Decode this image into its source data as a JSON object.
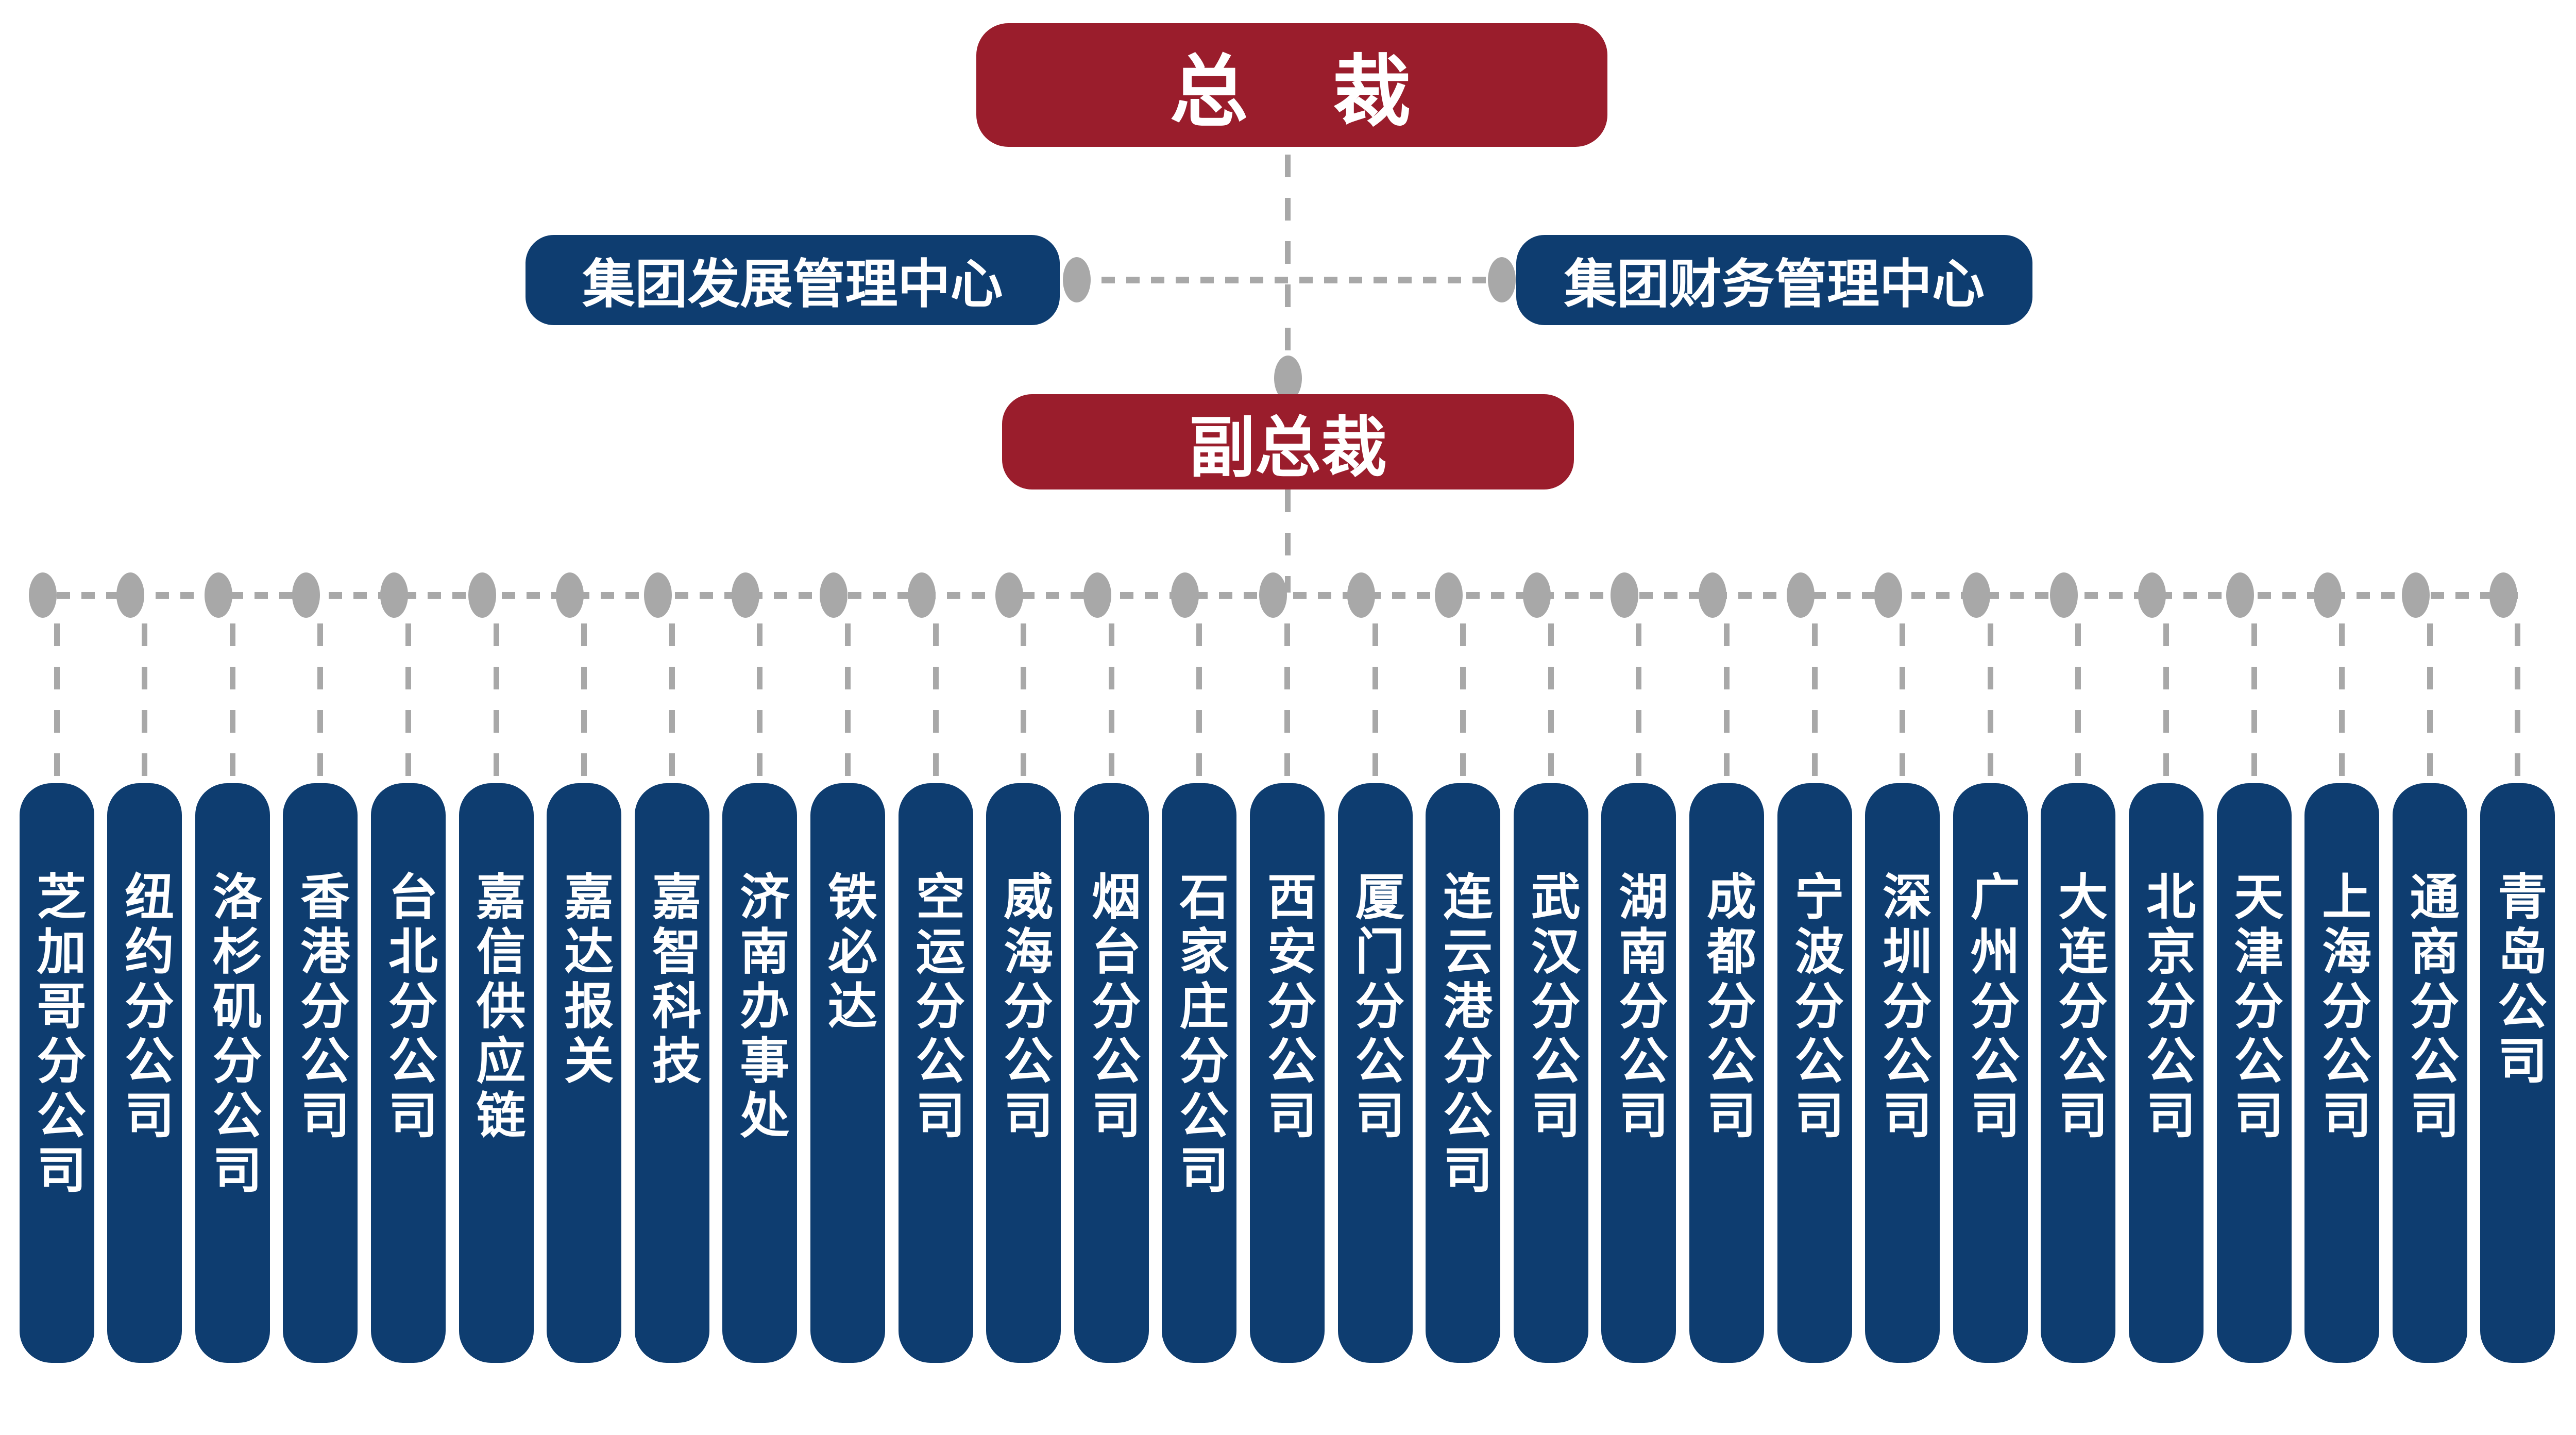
{
  "org_chart": {
    "president": {
      "label": "总　裁"
    },
    "centers": [
      {
        "label": "集团发展管理中心"
      },
      {
        "label": "集团财务管理中心"
      }
    ],
    "vice_president": {
      "label": "副总裁"
    },
    "branches": [
      "芝加哥分公司",
      "纽约分公司",
      "洛杉矶分公司",
      "香港分公司",
      "台北分公司",
      "嘉信供应链",
      "嘉达报关",
      "嘉智科技",
      "济南办事处",
      "铁必达",
      "空运分公司",
      "威海分公司",
      "烟台分公司",
      "石家庄分公司",
      "西安分公司",
      "厦门分公司",
      "连云港分公司",
      "武汉分公司",
      "湖南分公司",
      "成都分公司",
      "宁波分公司",
      "深圳分公司",
      "广州分公司",
      "大连分公司",
      "北京分公司",
      "天津分公司",
      "上海分公司",
      "通商分公司",
      "青岛公司"
    ]
  },
  "colors": {
    "red": "#9A1D2C",
    "blue": "#0E3D70",
    "gray": "#A8A8A8",
    "white": "#FFFFFF"
  }
}
